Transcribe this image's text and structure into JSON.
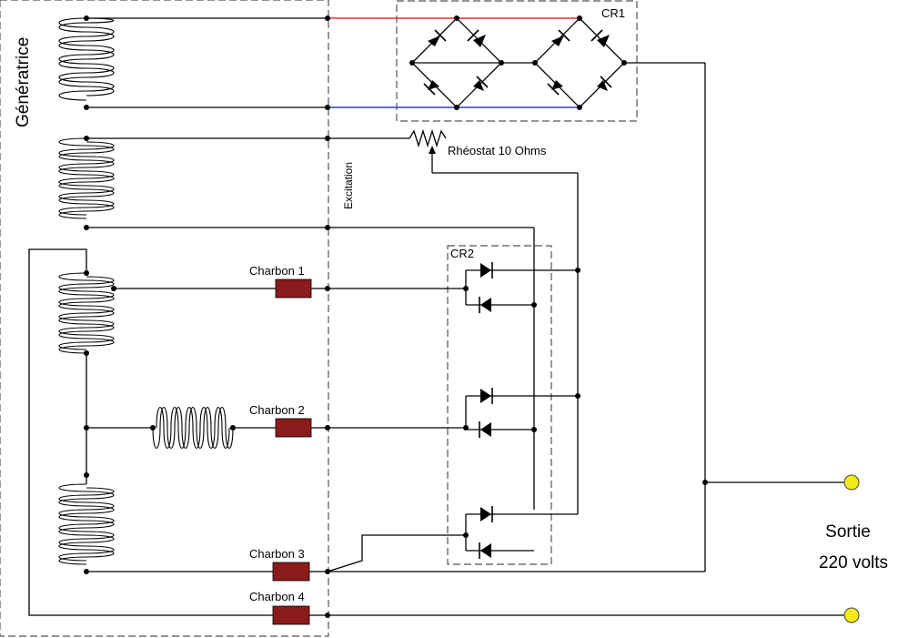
{
  "labels": {
    "generator": "Génératrice",
    "excitation": "Excitation",
    "cr1": "CR1",
    "cr2": "CR2",
    "rheostat": "Rhéostat  10 Ohms",
    "charbon1": "Charbon 1",
    "charbon2": "Charbon 2",
    "charbon3": "Charbon 3",
    "charbon4": "Charbon 4",
    "output_line1": "Sortie",
    "output_line2": "220 volts"
  },
  "colors": {
    "positive_wire": "#e8312a",
    "negative_wire": "#2b3fcf",
    "carbon_brush": "#8b1a1a",
    "terminal": "#f2ea1a",
    "wire": "#000000",
    "frame_dash": "#555555"
  }
}
